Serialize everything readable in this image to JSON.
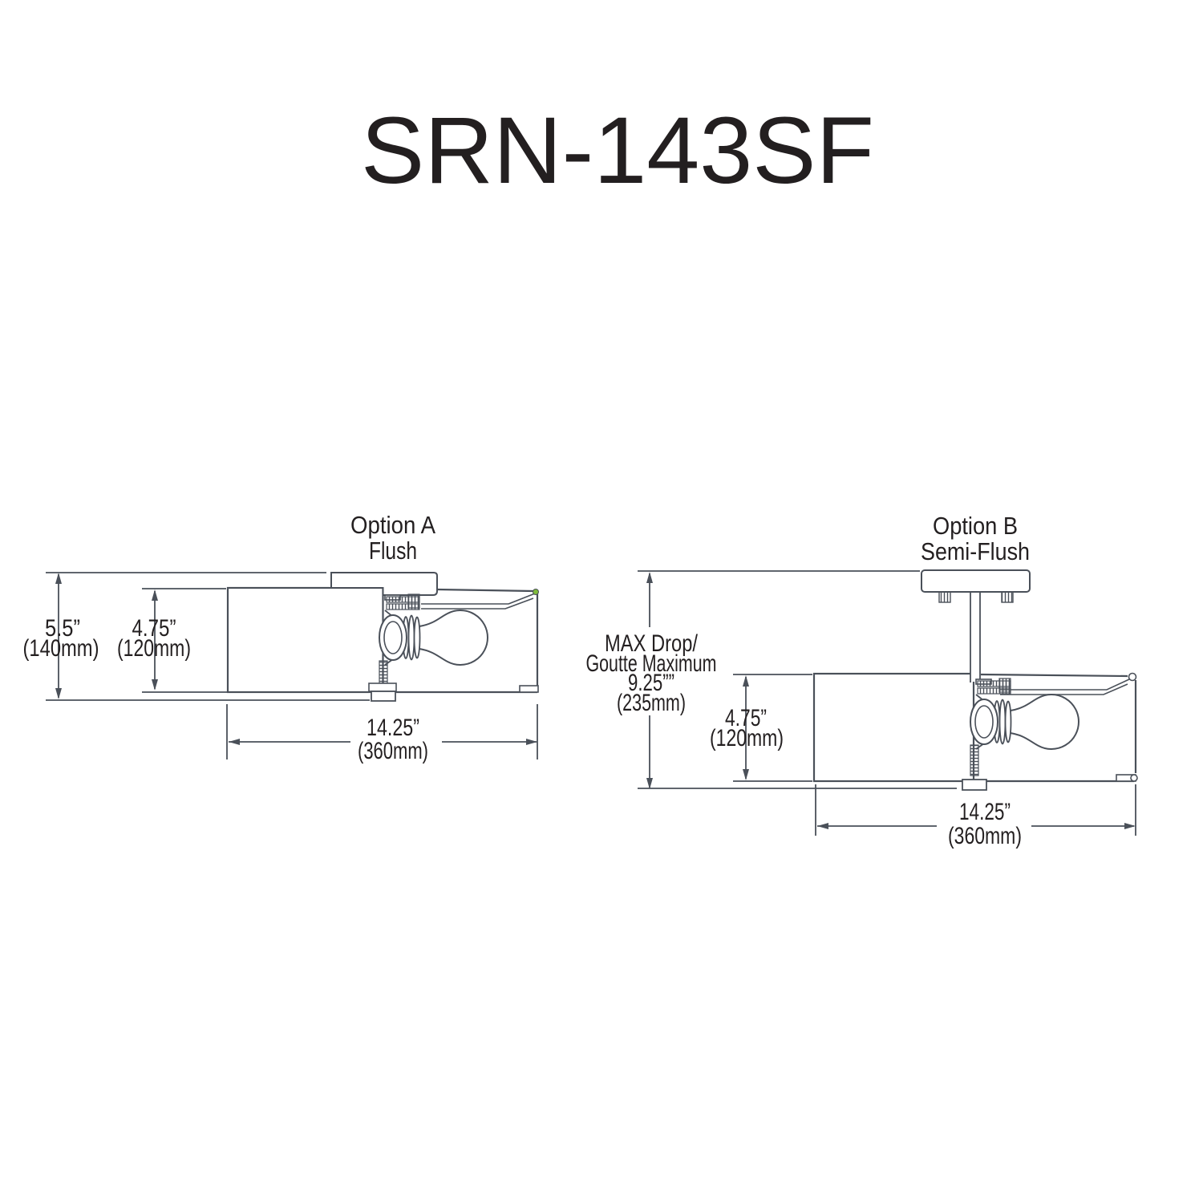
{
  "title": "SRN-143SF",
  "option_a": {
    "name": "Option A",
    "mount": "Flush",
    "height_in": "5.5”",
    "height_mm": "(140mm)",
    "shade_in": "4.75”",
    "shade_mm": "(120mm)",
    "width_in": "14.25”",
    "width_mm": "(360mm)"
  },
  "option_b": {
    "name": "Option B",
    "mount": "Semi-Flush",
    "drop_line1": "MAX Drop/",
    "drop_line2": "Goutte Maximum",
    "drop_in": "9.25””",
    "drop_mm": "(235mm)",
    "shade_in": "4.75”",
    "shade_mm": "(120mm)",
    "width_in": "14.25”",
    "width_mm": "(360mm)"
  },
  "colors": {
    "line": "#4a5059",
    "dimension": "#4a5059",
    "text": "#231f20",
    "accent_dot": "#7fbb3a",
    "background": "#ffffff"
  }
}
